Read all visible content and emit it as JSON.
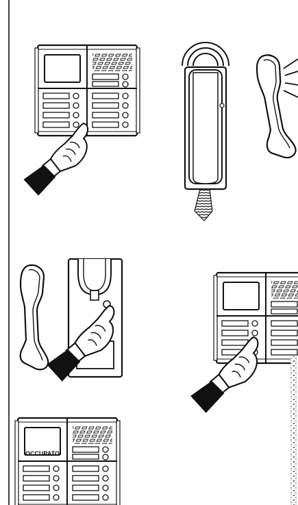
{
  "panels": [
    {
      "id": "panel-top",
      "display_text": ""
    },
    {
      "id": "panel-right-mid",
      "display_text": ""
    },
    {
      "id": "panel-bottom",
      "display_text": "OCCUPATO"
    }
  ],
  "colors": {
    "ink": "#111111",
    "paper": "#ffffff",
    "fill": "#f4f4f4"
  },
  "icons": [
    "door-panel-icon",
    "intercom-handset-icon",
    "handset-icon",
    "pressing-hand-icon",
    "ringing-waves-icon"
  ]
}
